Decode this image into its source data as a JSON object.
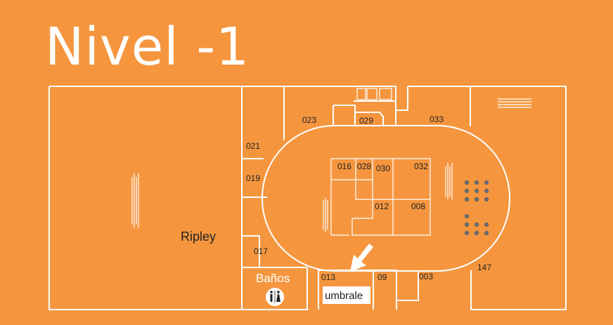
{
  "title": "Nivel -1",
  "anchor_store": "Ripley",
  "restrooms_label": "Baños",
  "highlight_brand": "umbrale",
  "units": {
    "u021": "021",
    "u019": "019",
    "u017": "017",
    "u023": "023",
    "u029": "029",
    "u033": "033",
    "u016": "016",
    "u028": "028",
    "u030": "030",
    "u032": "032",
    "u012": "012",
    "u008": "008",
    "u013": "013",
    "u09": "09",
    "u003": "003",
    "u147": "147"
  },
  "colors": {
    "background": "#F5963F",
    "lines": "#ffffff",
    "text": "#222222",
    "dots": "#6b6b6b"
  },
  "icons": {
    "restroom": "restroom-icon",
    "arrow": "location-arrow-icon",
    "escalator": "escalator-icon"
  }
}
